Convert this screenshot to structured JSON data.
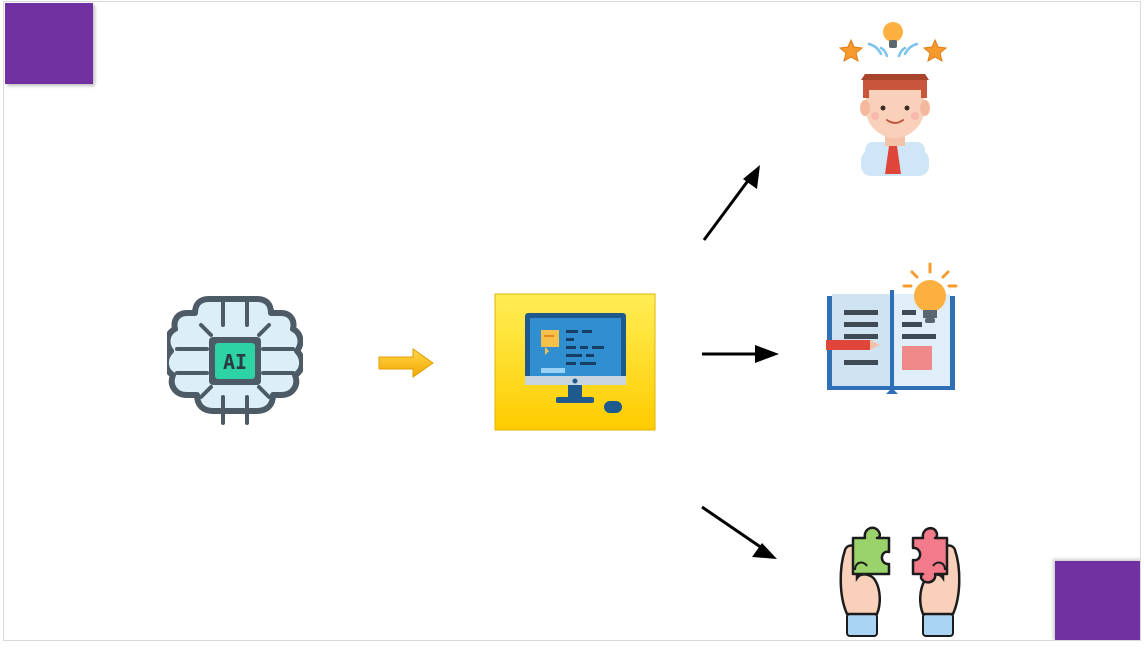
{
  "slide": {
    "accent_color": "#7030a0",
    "background": "#ffffff"
  },
  "diagram": {
    "nodes": [
      {
        "id": "ai-chip",
        "icon": "ai-brain-chip-icon",
        "label": "AI"
      },
      {
        "id": "computer",
        "icon": "computer-monitor-icon"
      },
      {
        "id": "idea-person",
        "icon": "person-idea-icon"
      },
      {
        "id": "book-idea",
        "icon": "open-book-idea-icon"
      },
      {
        "id": "puzzle-hands",
        "icon": "puzzle-hands-icon"
      }
    ],
    "edges": [
      {
        "from": "ai-chip",
        "to": "computer",
        "style": "yellow-block-arrow"
      },
      {
        "from": "computer",
        "to": "idea-person",
        "style": "black-arrow"
      },
      {
        "from": "computer",
        "to": "book-idea",
        "style": "black-arrow"
      },
      {
        "from": "computer",
        "to": "puzzle-hands",
        "style": "black-arrow"
      }
    ]
  }
}
